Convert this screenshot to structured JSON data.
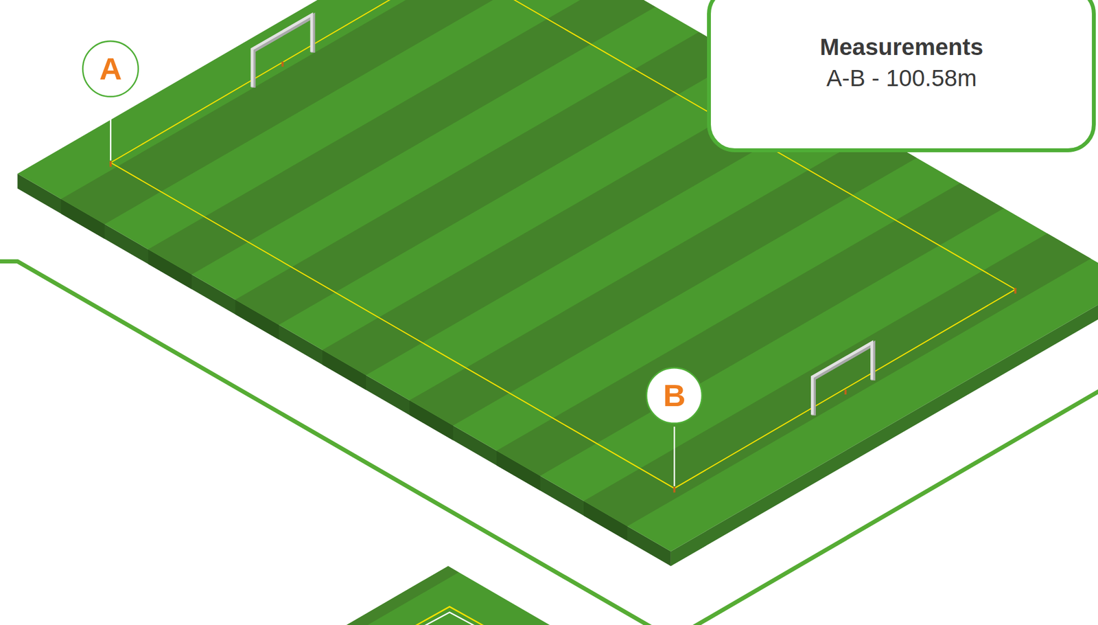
{
  "diagram": {
    "nodes": [
      {
        "text": [
          "A"
        ]
      },
      {
        "text": [
          "Measurements",
          "A-B - 100.58m"
        ]
      },
      {
        "text": [
          "B"
        ]
      }
    ]
  }
}
